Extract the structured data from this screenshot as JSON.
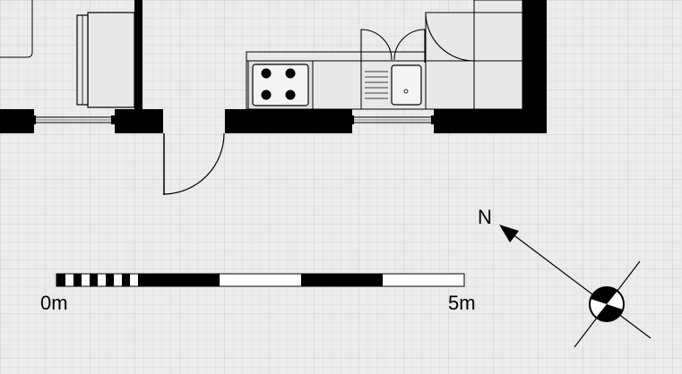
{
  "compass": {
    "north_label": "N"
  },
  "scale_bar": {
    "start_label": "0m",
    "end_label": "5m",
    "length_m": 5
  },
  "colors": {
    "background": "#ececec",
    "grid_minor": "#dadada",
    "grid_major": "#cfcfcf",
    "wall": "#000000",
    "fixture_fill": "#e8e8e8"
  },
  "icons": [
    "stove-icon",
    "sink-icon",
    "door-swing-icon",
    "window-icon",
    "north-arrow-icon",
    "compass-rose-icon"
  ]
}
